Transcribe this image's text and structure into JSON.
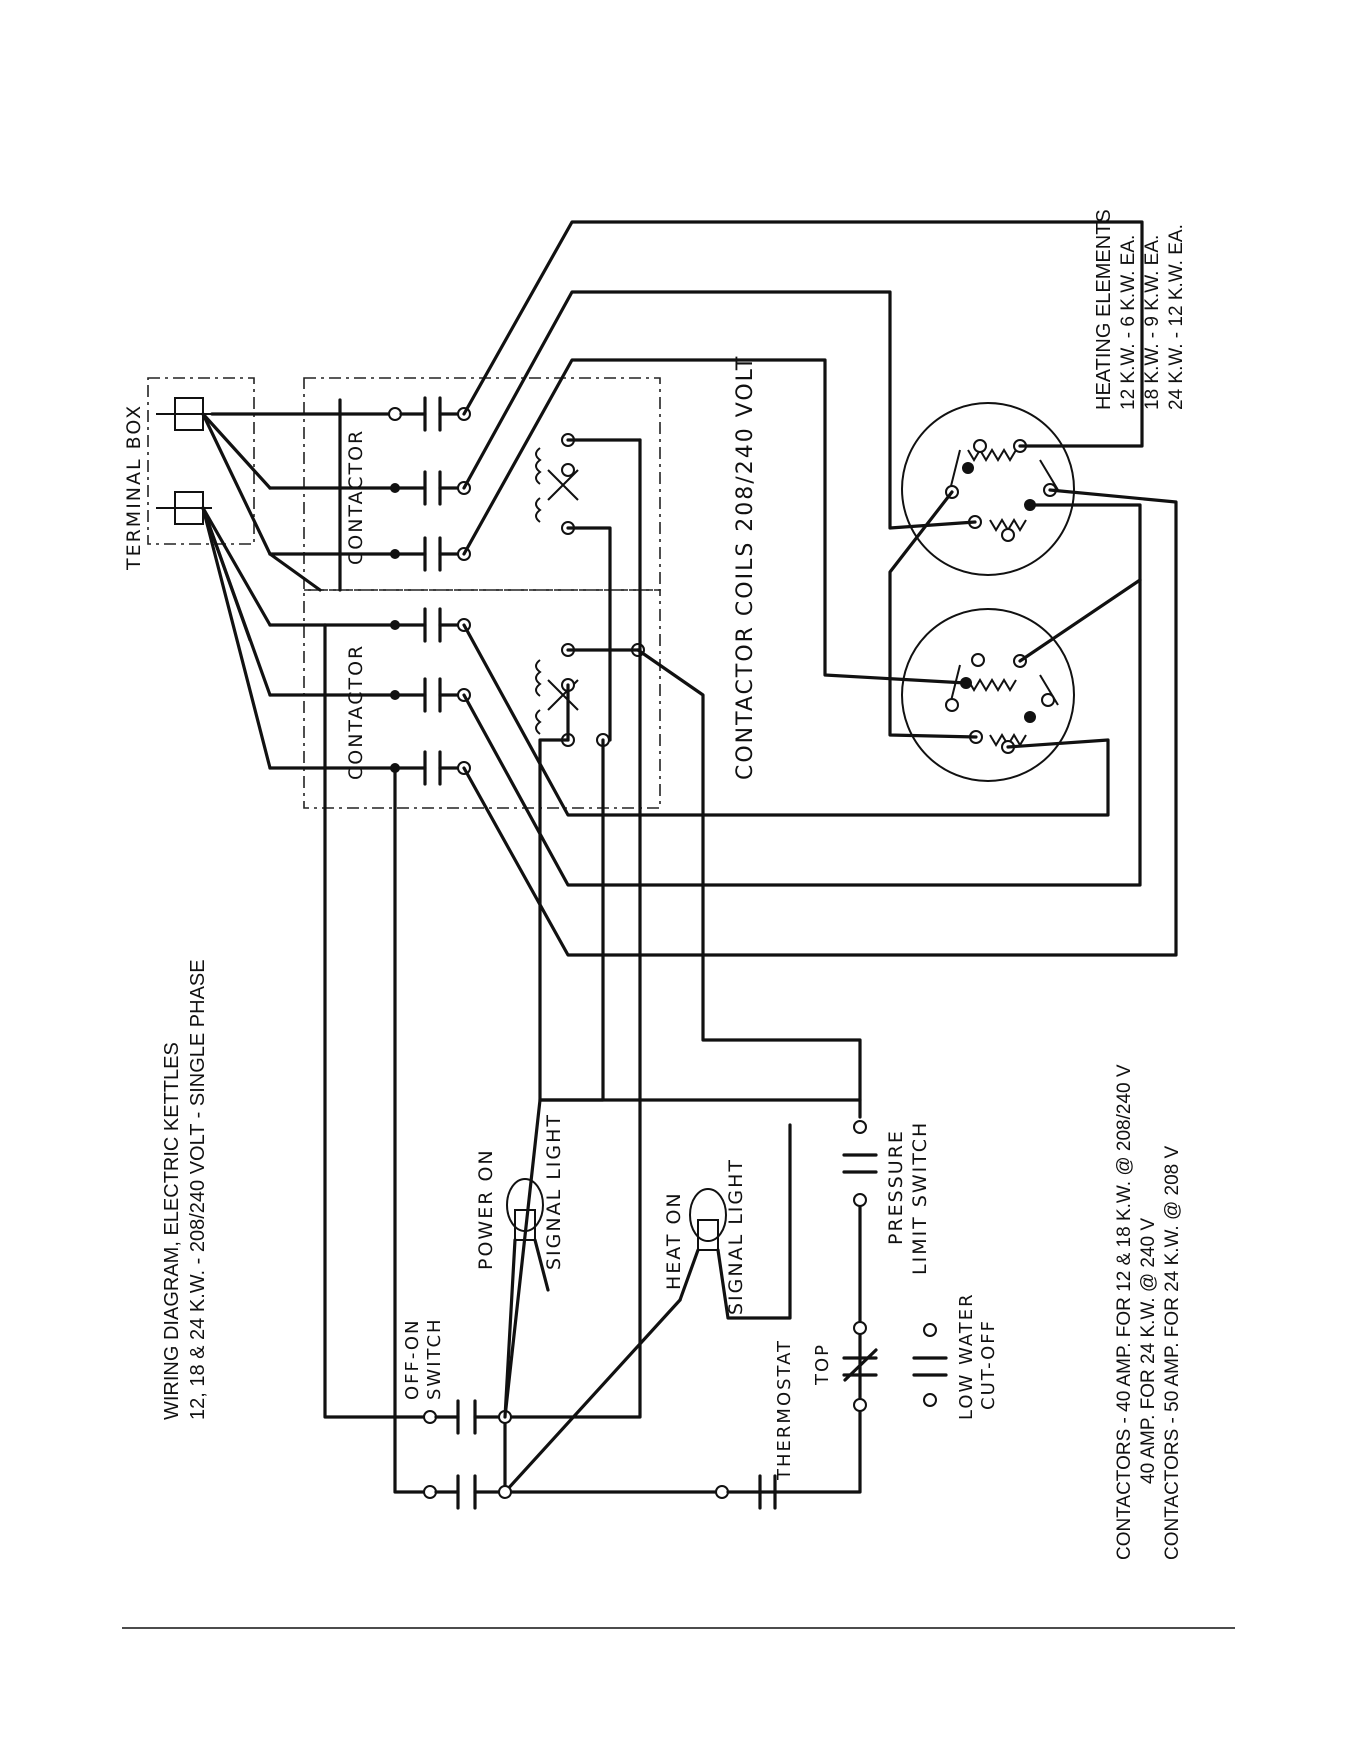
{
  "title": {
    "line1": "WIRING DIAGRAM, ELECTRIC KETTLES",
    "line2": "12, 18 & 24 K.W. - 208/240 VOLT - SINGLE PHASE"
  },
  "labels": {
    "terminal_box": "TERMINAL BOX",
    "contactor_top": "CONTACTOR",
    "contactor_bottom": "CONTACTOR",
    "contactor_coils": "CONTACTOR COILS 208/240 VOLT",
    "off_on_switch_1": "OFF-ON",
    "off_on_switch_2": "SWITCH",
    "power_on_1": "POWER ON",
    "power_on_2": "SIGNAL LIGHT",
    "heat_on_1": "HEAT ON",
    "heat_on_2": "SIGNAL LIGHT",
    "thermostat": "THERMOSTAT",
    "top": "TOP",
    "low_water_1": "LOW WATER",
    "low_water_2": "CUT-OFF",
    "pressure_1": "PRESSURE",
    "pressure_2": "LIMIT SWITCH"
  },
  "heating_elements": {
    "heading": "HEATING ELEMENTS",
    "lines": [
      "12 K.W. - 6 K.W. EA.",
      "18 K.W. - 9 K.W. EA.",
      "24 K.W. - 12 K.W. EA."
    ]
  },
  "contactor_notes": [
    "CONTACTORS - 40 AMP. FOR 12 & 18 K.W. @ 208/240 V",
    "40 AMP. FOR 24 K.W. @ 240 V",
    "CONTACTORS - 50 AMP. FOR 24 K.W. @ 208 V"
  ]
}
